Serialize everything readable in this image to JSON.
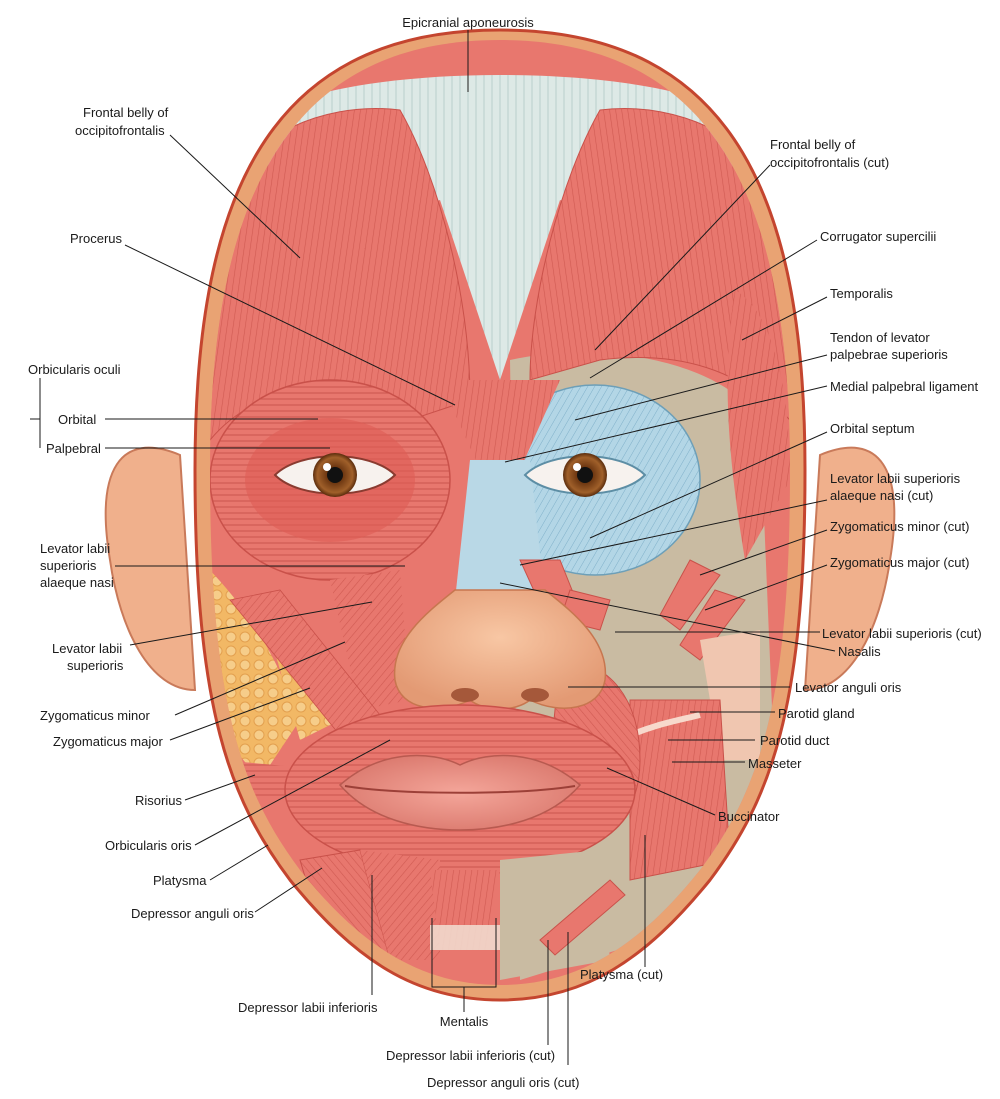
{
  "labels": {
    "epicranial_aponeurosis": "Epicranial aponeurosis",
    "frontal_belly_line1": "Frontal belly of",
    "frontal_belly_line2": "occipitofrontalis",
    "frontal_belly_cut_line1": "Frontal belly of",
    "frontal_belly_cut_line2": "occipitofrontalis (cut)",
    "procerus": "Procerus",
    "corrugator_supercilii": "Corrugator supercilii",
    "temporalis": "Temporalis",
    "tendon_levator_line1": "Tendon of levator",
    "tendon_levator_line2": "palpebrae superioris",
    "medial_palpebral_ligament": "Medial palpebral ligament",
    "orbital_septum": "Orbital septum",
    "orbicularis_oculi": "Orbicularis oculi",
    "orbital": "Orbital",
    "palpebral": "Palpebral",
    "llsan_cut_line1": "Levator labii superioris",
    "llsan_cut_line2": "alaeque nasi (cut)",
    "zygomaticus_minor_cut": "Zygomaticus minor (cut)",
    "zygomaticus_major_cut": "Zygomaticus major (cut)",
    "llsan_line1": "Levator labii",
    "llsan_line2": "superioris",
    "llsan_line3": "alaeque nasi",
    "lls_line1": "Levator labii",
    "lls_line2": "superioris",
    "lls_cut": "Levator labii superioris (cut)",
    "nasalis": "Nasalis",
    "levator_anguli_oris": "Levator anguli oris",
    "zygomaticus_minor": "Zygomaticus minor",
    "zygomaticus_major": "Zygomaticus major",
    "parotid_gland": "Parotid gland",
    "parotid_duct": "Parotid duct",
    "masseter": "Masseter",
    "risorius": "Risorius",
    "buccinator": "Buccinator",
    "orbicularis_oris": "Orbicularis oris",
    "platysma": "Platysma",
    "depressor_anguli_oris": "Depressor anguli oris",
    "platysma_cut": "Platysma (cut)",
    "depressor_labii_inferioris": "Depressor labii inferioris",
    "mentalis": "Mentalis",
    "depressor_labii_inferioris_cut": "Depressor labii inferioris (cut)",
    "depressor_anguli_oris_cut": "Depressor anguli oris (cut)"
  },
  "colors": {
    "muscle": "#e8776e",
    "muscle_dark": "#c9514a",
    "muscle_light": "#f3a49b",
    "skin_border": "#e89a6a",
    "skin_edge": "#c4452f",
    "aponeurosis": "#d6e6e4",
    "tendon_blue": "#a9cfe0",
    "bone": "#c9bba2",
    "fat": "#f4c27a",
    "nose": "#f2b48f",
    "iris": "#8a4a1c"
  }
}
